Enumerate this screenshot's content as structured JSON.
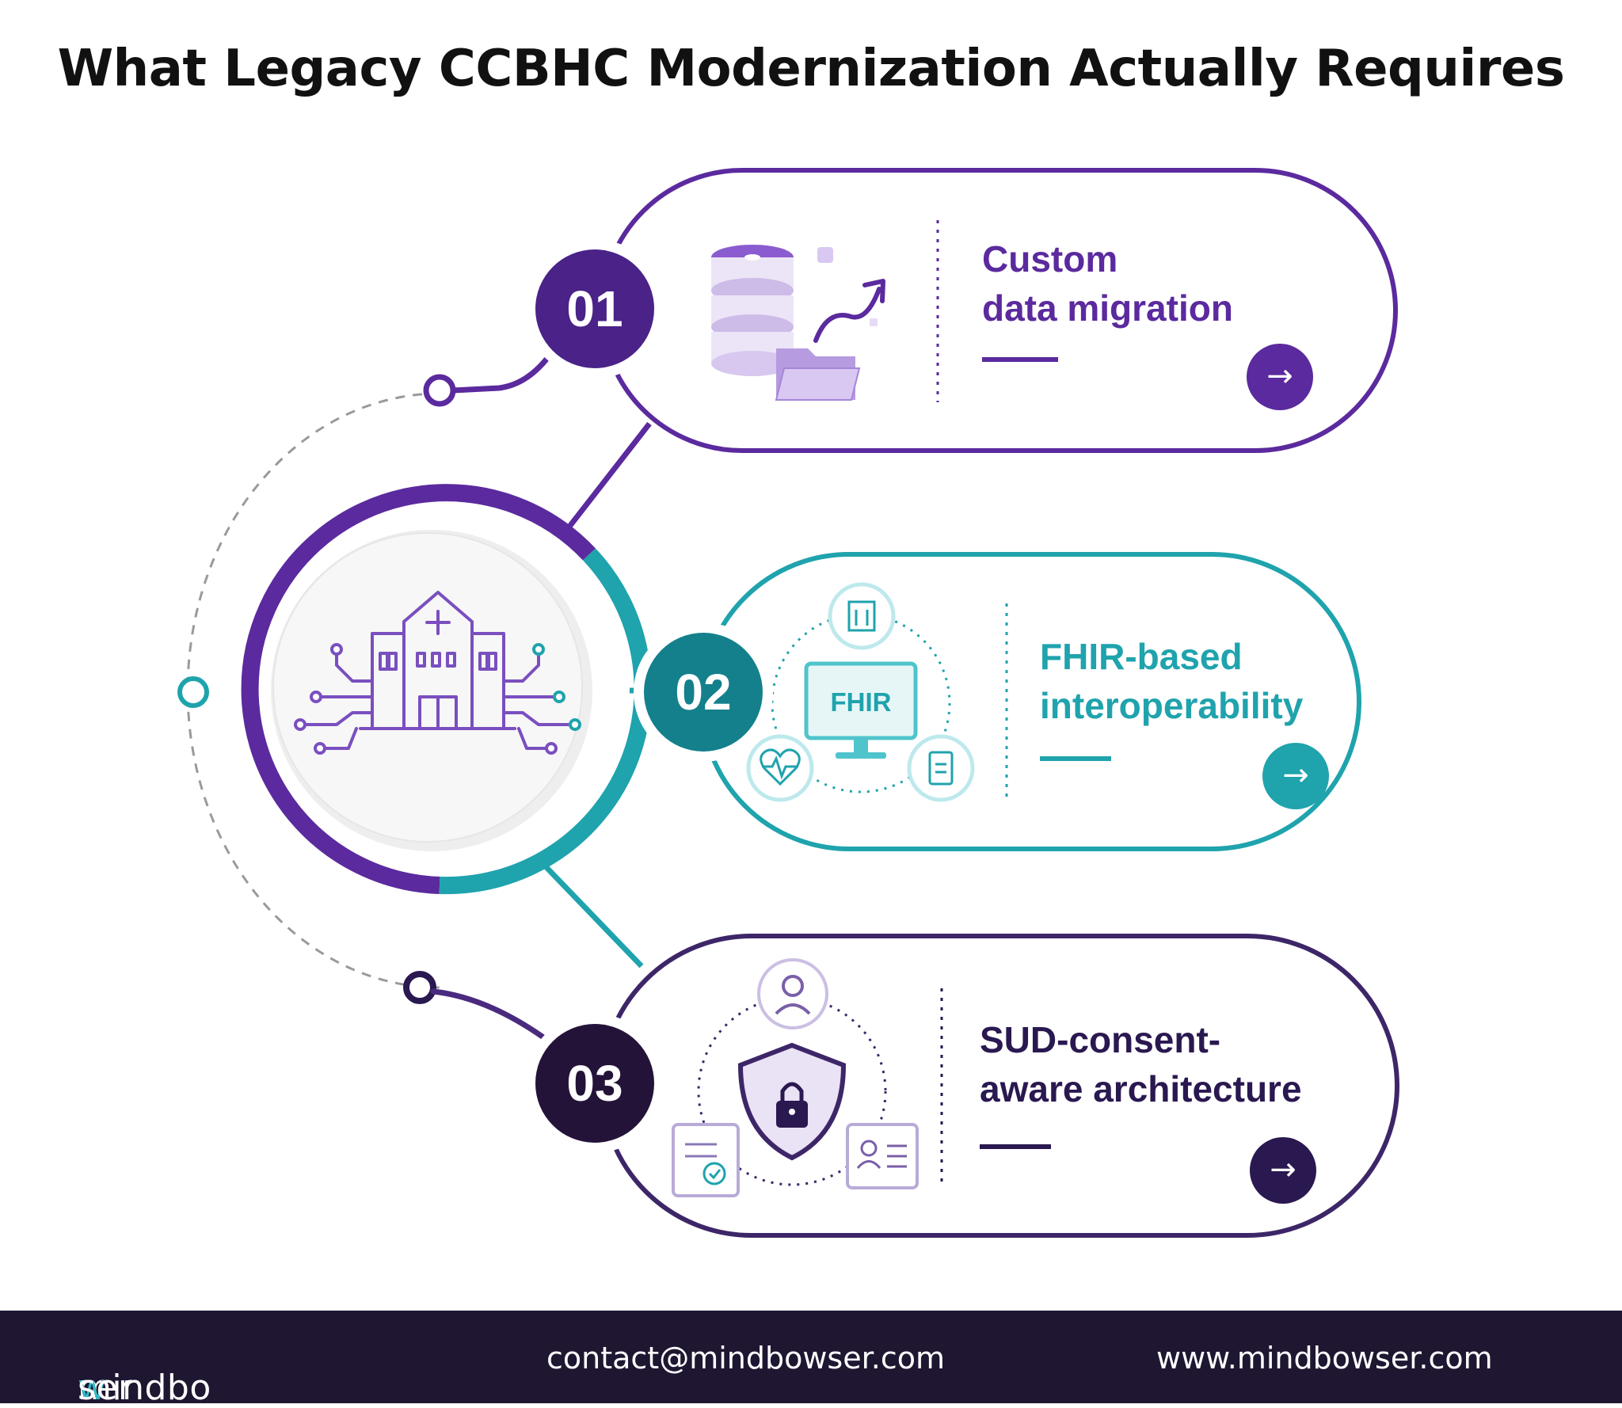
{
  "title": "What Legacy CCBHC Modernization Actually Requires",
  "colors": {
    "purple": "#5b2a9e",
    "teal": "#1fa3ad",
    "dark": "#2a1850",
    "footer_bg": "#1f1631"
  },
  "center": {
    "icon": "hospital-circuit-icon"
  },
  "cards": [
    {
      "number": "01",
      "lines": [
        "Custom",
        "data migration"
      ],
      "icon": "database-folder-icon",
      "arrow": "→"
    },
    {
      "number": "02",
      "lines": [
        "FHIR-based",
        "interoperability"
      ],
      "icon": "fhir-monitor-icon",
      "icon_label": "FHIR",
      "arrow": "→"
    },
    {
      "number": "03",
      "lines": [
        "SUD-consent-",
        "aware architecture"
      ],
      "icon": "shield-lock-icon",
      "arrow": "→"
    }
  ],
  "footer": {
    "logo_a": "mindbo",
    "logo_b": "w",
    "logo_c": "ser",
    "email": "contact@mindbowser.com",
    "website": "www.mindbowser.com"
  }
}
